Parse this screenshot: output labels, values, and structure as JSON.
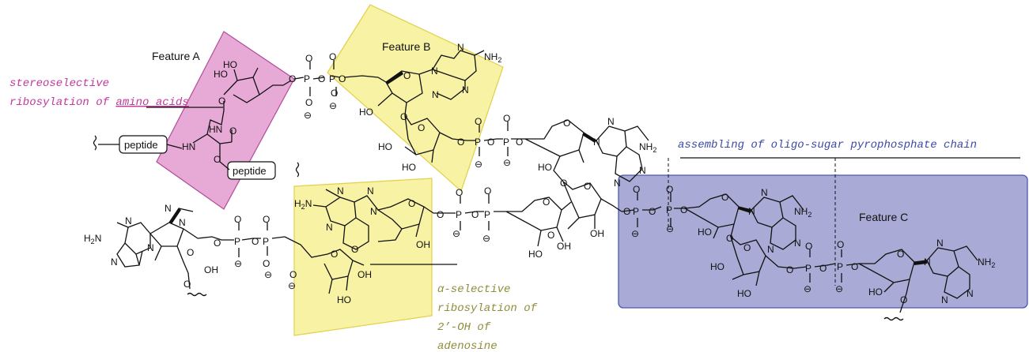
{
  "features": {
    "a": "Feature A",
    "b": "Feature B",
    "c": "Feature C"
  },
  "annotations": {
    "feature_a_line1": "stereoselective",
    "feature_a_line2": "ribosylation of ",
    "feature_a_line2_underlined": "amino acids",
    "alpha_line1": "α-selective",
    "alpha_line2": "ribosylation of",
    "alpha_line3": "2’-OH of",
    "alpha_line4": "adenosine",
    "chain": "assembling of oligo-sugar pyrophosphate chain"
  },
  "boxes": {
    "peptide_left": "peptide",
    "peptide_right": "peptide"
  },
  "atoms": {
    "HO": "HO",
    "OH": "OH",
    "O": "O",
    "P": "P",
    "N": "N",
    "HN": "HN",
    "NH2": "NH",
    "H2N": "H",
    "sub2": "2",
    "minus": "⊖"
  },
  "colors": {
    "feature_a_fill": "#e7a9d6",
    "feature_a_text": "#c2399b",
    "feature_b_fill": "#f7f2a4",
    "alpha_text": "#8f8e3a",
    "feature_c_fill": "#a9abd6",
    "chain_text": "#3c4aa6"
  }
}
